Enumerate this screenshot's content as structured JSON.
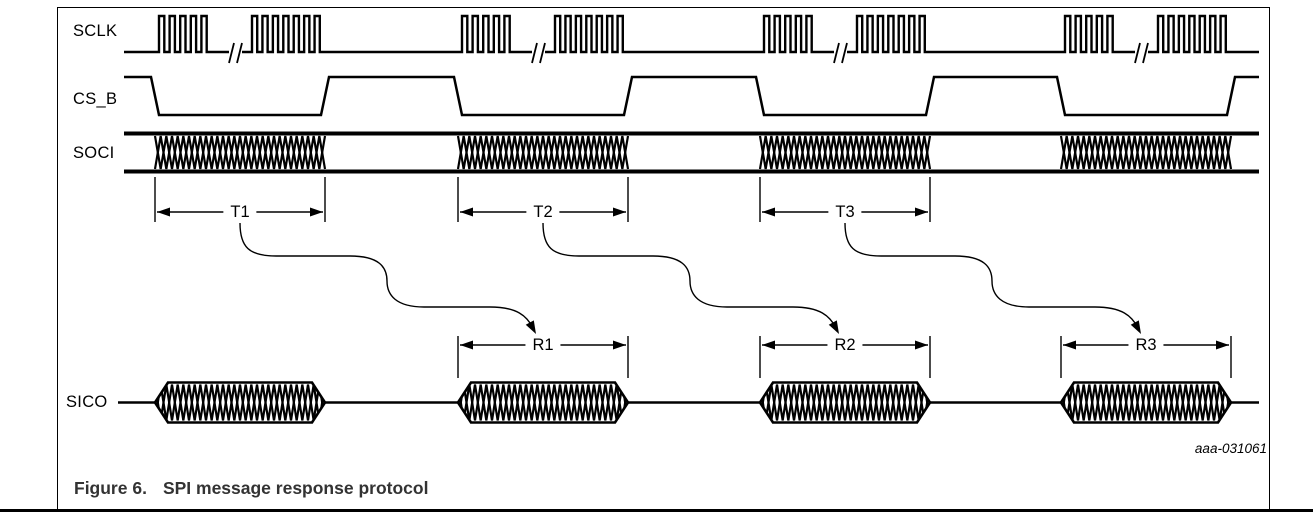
{
  "figure": {
    "caption_label": "Figure 6.",
    "caption_title": "SPI message response protocol",
    "artwork_id": "aaa-031061"
  },
  "signals": [
    {
      "name": "SCLK",
      "kind": "clock",
      "idle": "low",
      "bursts_per_frame": 2,
      "pulses_per_burst": [
        5,
        7
      ],
      "break_mark_between_bursts": true
    },
    {
      "name": "CS_B",
      "kind": "chip-select",
      "idle": "high",
      "active_level_during_frame": "low"
    },
    {
      "name": "SOCI",
      "kind": "data-bus",
      "hatched_during_frame": true
    },
    {
      "name": "SICO",
      "kind": "data-bus",
      "burst_count": 4
    }
  ],
  "frames": [
    {
      "index": 1,
      "t_label": "T1",
      "sico_burst_label": null
    },
    {
      "index": 2,
      "t_label": "T2",
      "sico_burst_label": "R1"
    },
    {
      "index": 3,
      "t_label": "T3",
      "sico_burst_label": "R2"
    },
    {
      "index": 4,
      "t_label": null,
      "sico_burst_label": "R3"
    }
  ],
  "arrows": [
    {
      "from": "T1",
      "to": "R1"
    },
    {
      "from": "T2",
      "to": "R2"
    },
    {
      "from": "T3",
      "to": "R3"
    }
  ],
  "colors": {
    "line": "#000000",
    "caption": "#333333",
    "background": "#ffffff"
  }
}
